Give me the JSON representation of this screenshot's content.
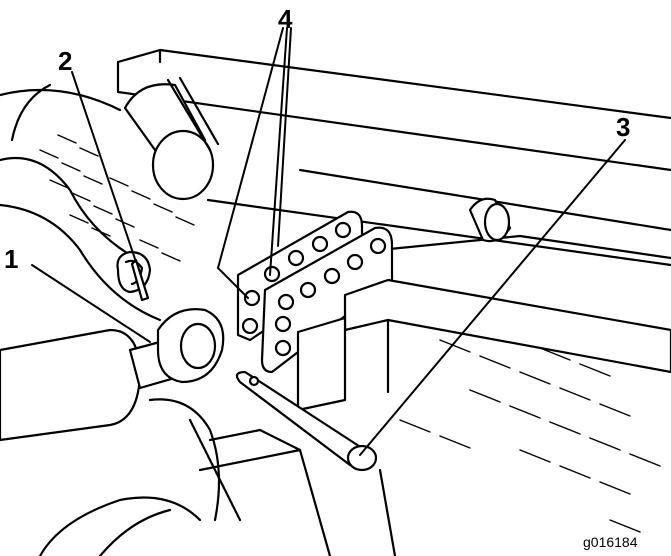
{
  "callouts": [
    {
      "id": "1",
      "label": "1"
    },
    {
      "id": "2",
      "label": "2"
    },
    {
      "id": "3",
      "label": "3"
    },
    {
      "id": "4",
      "label": "4"
    }
  ],
  "figure_id": "g016184"
}
